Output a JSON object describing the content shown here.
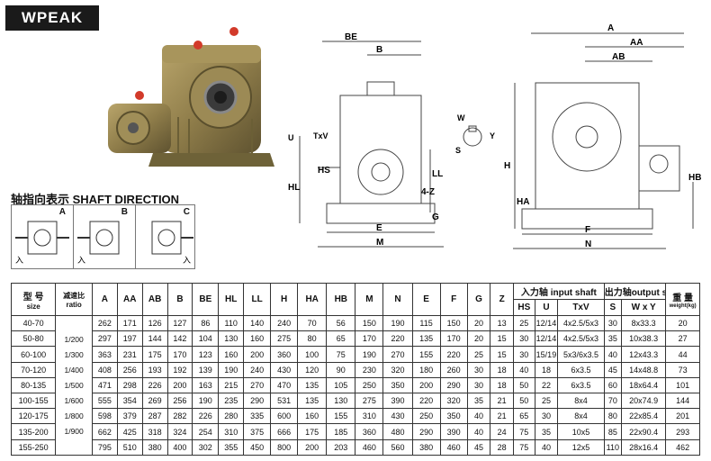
{
  "brand": "WPEAK",
  "shaft_direction": {
    "title": "轴指向表示 SHAFT DIRECTION",
    "cells": [
      {
        "letter": "A",
        "label": "入"
      },
      {
        "letter": "B",
        "label": "入"
      },
      {
        "letter": "C",
        "label": "入"
      }
    ]
  },
  "drawing_labels": {
    "view1": [
      "BE",
      "B",
      "U",
      "TxV",
      "HS",
      "HL",
      "LL",
      "4-Z",
      "G",
      "E",
      "M"
    ],
    "view2": [
      "W",
      "Y",
      "S"
    ],
    "view3": [
      "A",
      "AA",
      "AB",
      "H",
      "HA",
      "HB",
      "F",
      "N"
    ]
  },
  "table": {
    "size_header": "型 号",
    "size_header_en": "size",
    "ratio_header": "减速比",
    "ratio_header_en": "ratio",
    "dim_headers": [
      "A",
      "AA",
      "AB",
      "B",
      "BE",
      "HL",
      "LL",
      "H",
      "HA",
      "HB",
      "M",
      "N",
      "E",
      "F",
      "G",
      "Z"
    ],
    "input_shaft_header": "入力轴 input shaft",
    "input_sub": [
      "HS",
      "U",
      "TxV"
    ],
    "output_shaft_header": "出力轴output shaft",
    "output_sub": [
      "S",
      "W x Y"
    ],
    "weight_header": "重 量",
    "weight_header_en": "weight(kg)",
    "ratios": [
      "1/200",
      "1/300",
      "1/400",
      "1/500",
      "1/600",
      "1/800",
      "1/900"
    ],
    "rows": [
      [
        "40-70",
        "262",
        "171",
        "126",
        "127",
        "86",
        "110",
        "140",
        "240",
        "70",
        "56",
        "150",
        "190",
        "115",
        "150",
        "20",
        "13",
        "25",
        "12/14",
        "4x2.5/5x3",
        "30",
        "8x33.3",
        "20"
      ],
      [
        "50-80",
        "297",
        "197",
        "144",
        "142",
        "104",
        "130",
        "160",
        "275",
        "80",
        "65",
        "170",
        "220",
        "135",
        "170",
        "20",
        "15",
        "30",
        "12/14",
        "4x2.5/5x3",
        "35",
        "10x38.3",
        "27"
      ],
      [
        "60-100",
        "363",
        "231",
        "175",
        "170",
        "123",
        "160",
        "200",
        "360",
        "100",
        "75",
        "190",
        "270",
        "155",
        "220",
        "25",
        "15",
        "30",
        "15/19",
        "5x3/6x3.5",
        "40",
        "12x43.3",
        "44"
      ],
      [
        "70-120",
        "408",
        "256",
        "193",
        "192",
        "139",
        "190",
        "240",
        "430",
        "120",
        "90",
        "230",
        "320",
        "180",
        "260",
        "30",
        "18",
        "40",
        "18",
        "6x3.5",
        "45",
        "14x48.8",
        "73"
      ],
      [
        "80-135",
        "471",
        "298",
        "226",
        "200",
        "163",
        "215",
        "270",
        "470",
        "135",
        "105",
        "250",
        "350",
        "200",
        "290",
        "30",
        "18",
        "50",
        "22",
        "6x3.5",
        "60",
        "18x64.4",
        "101"
      ],
      [
        "100-155",
        "555",
        "354",
        "269",
        "256",
        "190",
        "235",
        "290",
        "531",
        "135",
        "130",
        "275",
        "390",
        "220",
        "320",
        "35",
        "21",
        "50",
        "25",
        "8x4",
        "70",
        "20x74.9",
        "144"
      ],
      [
        "120-175",
        "598",
        "379",
        "287",
        "282",
        "226",
        "280",
        "335",
        "600",
        "160",
        "155",
        "310",
        "430",
        "250",
        "350",
        "40",
        "21",
        "65",
        "30",
        "8x4",
        "80",
        "22x85.4",
        "201"
      ],
      [
        "135-200",
        "662",
        "425",
        "318",
        "324",
        "254",
        "310",
        "375",
        "666",
        "175",
        "185",
        "360",
        "480",
        "290",
        "390",
        "40",
        "24",
        "75",
        "35",
        "10x5",
        "85",
        "22x90.4",
        "293"
      ],
      [
        "155-250",
        "795",
        "510",
        "380",
        "400",
        "302",
        "355",
        "450",
        "800",
        "200",
        "203",
        "460",
        "560",
        "380",
        "460",
        "45",
        "28",
        "75",
        "40",
        "12x5",
        "110",
        "28x16.4",
        "462"
      ]
    ]
  }
}
